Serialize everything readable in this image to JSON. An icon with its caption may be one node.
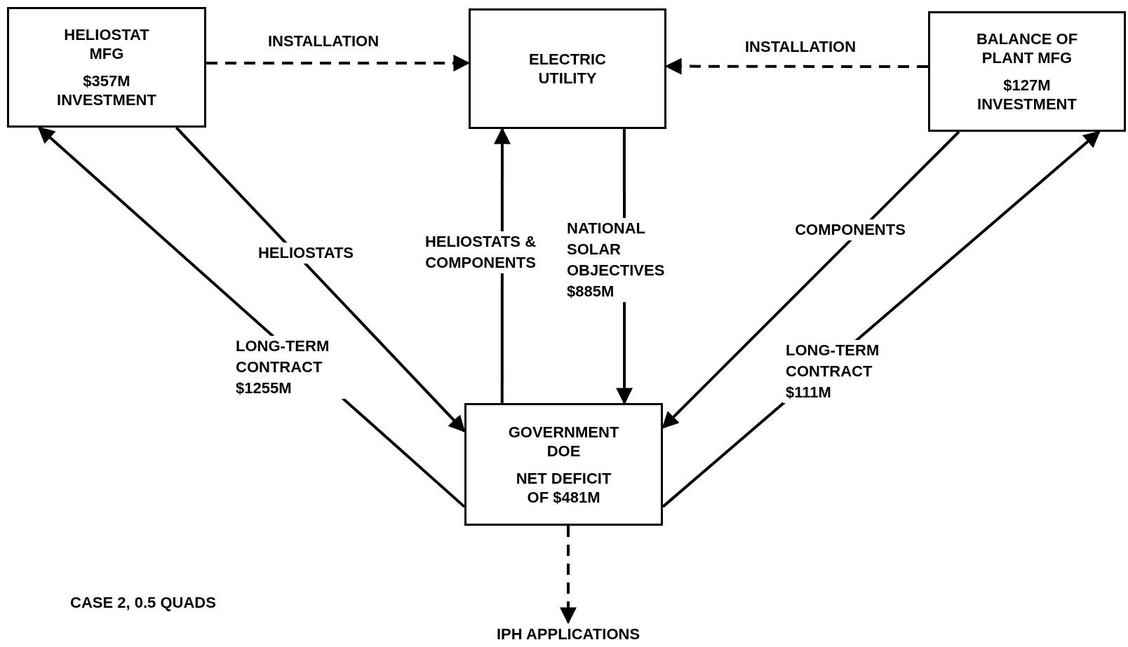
{
  "diagram": {
    "nodes": [
      {
        "text": [
          "HELIOSTAT MFG",
          "$357M INVESTMENT"
        ]
      },
      {
        "text": [
          "ELECTRIC UTILITY"
        ]
      },
      {
        "text": [
          "BALANCE OF PLANT MFG",
          "$127M INVESTMENT"
        ]
      },
      {
        "text": [
          "GOVERNMENT DOE",
          "NET DEFICIT OF $481M"
        ]
      },
      {
        "text": [
          "IPH APPLICATIONS"
        ]
      }
    ],
    "edges": [
      {
        "from": 0,
        "to": 1,
        "arrow": "to",
        "label": "INSTALLATION",
        "style": "dashed"
      },
      {
        "from": 2,
        "to": 1,
        "arrow": "to",
        "label": "INSTALLATION",
        "style": "dashed"
      },
      {
        "from": 0,
        "to": 3,
        "arrow": "to",
        "label": "HELIOSTATS"
      },
      {
        "from": 3,
        "to": 0,
        "arrow": "to",
        "label": "LONG-TERM CONTRACT $1255M"
      },
      {
        "from": 3,
        "to": 1,
        "arrow": "to",
        "label": "HELIOSTATS & COMPONENTS"
      },
      {
        "from": 1,
        "to": 3,
        "arrow": "to",
        "label": "NATIONAL SOLAR OBJECTIVES $885M"
      },
      {
        "from": 2,
        "to": 3,
        "arrow": "to",
        "label": "COMPONENTS"
      },
      {
        "from": 3,
        "to": 2,
        "arrow": "to",
        "label": "LONG-TERM CONTRACT $111M"
      },
      {
        "from": 3,
        "to": 4,
        "arrow": "to",
        "style": "dashed"
      }
    ],
    "labels": [
      "CASE 2, 0.5 QUADS"
    ]
  }
}
